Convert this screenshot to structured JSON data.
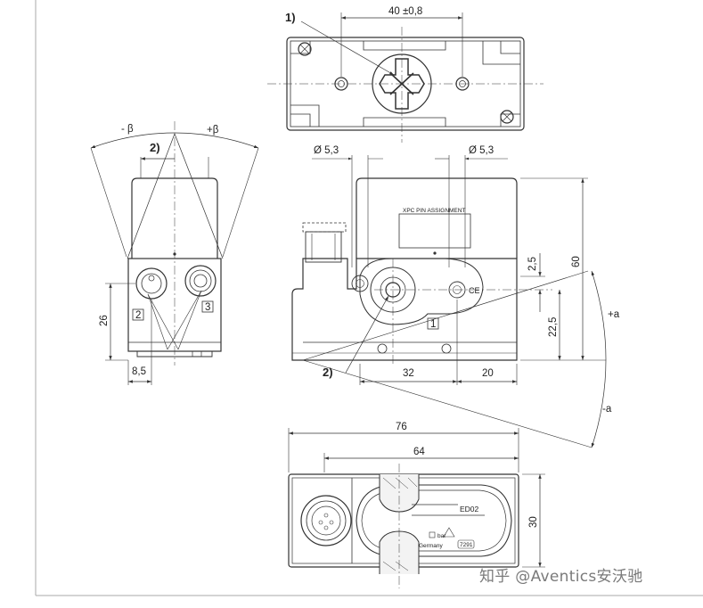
{
  "drawing": {
    "top_view": {
      "label_1": "1)",
      "dim_width": "40 ±0,8"
    },
    "side_view": {
      "label_2": "2)",
      "minus_beta": "- β",
      "plus_beta": "+β",
      "dim_height": "26",
      "dim_offset": "8,5",
      "port_left": "2",
      "port_right": "3"
    },
    "front_view": {
      "dia_left": "Ø 5,3",
      "dia_right": "Ø 5,3",
      "display_label": "XPC PIN ASSIGNMENT",
      "dim_2_5": "2,5",
      "dim_60": "60",
      "dim_22_5": "22,5",
      "dim_32": "32",
      "dim_20": "20",
      "plus_a": "+a",
      "minus_a": "-a",
      "label_2": "2)",
      "port_1": "1"
    },
    "bottom_view": {
      "dim_76": "76",
      "dim_64": "64",
      "dim_30": "30",
      "plate_code": "ED02",
      "unit_bar": "bar",
      "origin": "Germany",
      "plate_number": "7291"
    }
  },
  "watermark": "知乎 @Aventics安沃驰"
}
